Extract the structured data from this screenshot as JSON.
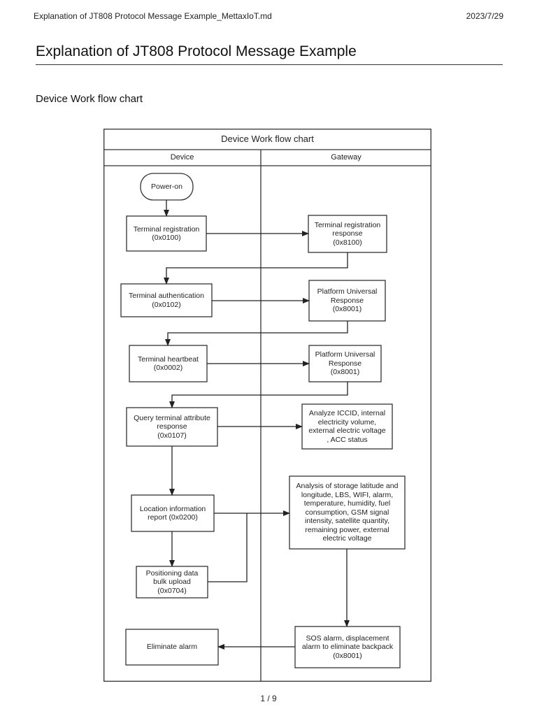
{
  "header": {
    "filename": "Explanation of JT808 Protocol Message Example_MettaxIoT.md",
    "date": "2023/7/29"
  },
  "document": {
    "title": "Explanation of JT808 Protocol Message Example",
    "section_heading": "Device Work flow chart"
  },
  "flowchart": {
    "title": "Device Work flow chart",
    "lanes": {
      "device": "Device",
      "gateway": "Gateway"
    },
    "nodes": {
      "power_on": "Power-on",
      "terminal_registration": "Terminal registration\n(0x0100)",
      "registration_response": "Terminal registration\nresponse\n(0x8100)",
      "terminal_authentication": "Terminal authentication\n(0x0102)",
      "platform_response_1": "Platform Universal\nResponse\n(0x8001)",
      "terminal_heartbeat": "Terminal heartbeat\n(0x0002)",
      "platform_response_2": "Platform Universal\nResponse\n(0x8001)",
      "query_attribute_response": "Query terminal attribute\nresponse\n(0x0107)",
      "analyze_iccid": "Analyze ICCID, internal\nelectricity volume,\nexternal electric voltage\n, ACC status",
      "location_report": "Location information\nreport  (0x0200)",
      "storage_analysis": "Analysis of storage latitude and\nlongitude, LBS, WIFI, alarm,\ntemperature, humidity, fuel\nconsumption, GSM signal\nintensity, satellite quantity,\nremaining power, external\nelectric voltage",
      "bulk_upload": "Positioning data\nbulk upload\n(0x0704)",
      "eliminate_alarm": "Eliminate alarm",
      "sos_alarm": "SOS alarm, displacement\nalarm to eliminate backpack\n(0x8001)"
    }
  },
  "footer": {
    "page": "1 / 9"
  }
}
